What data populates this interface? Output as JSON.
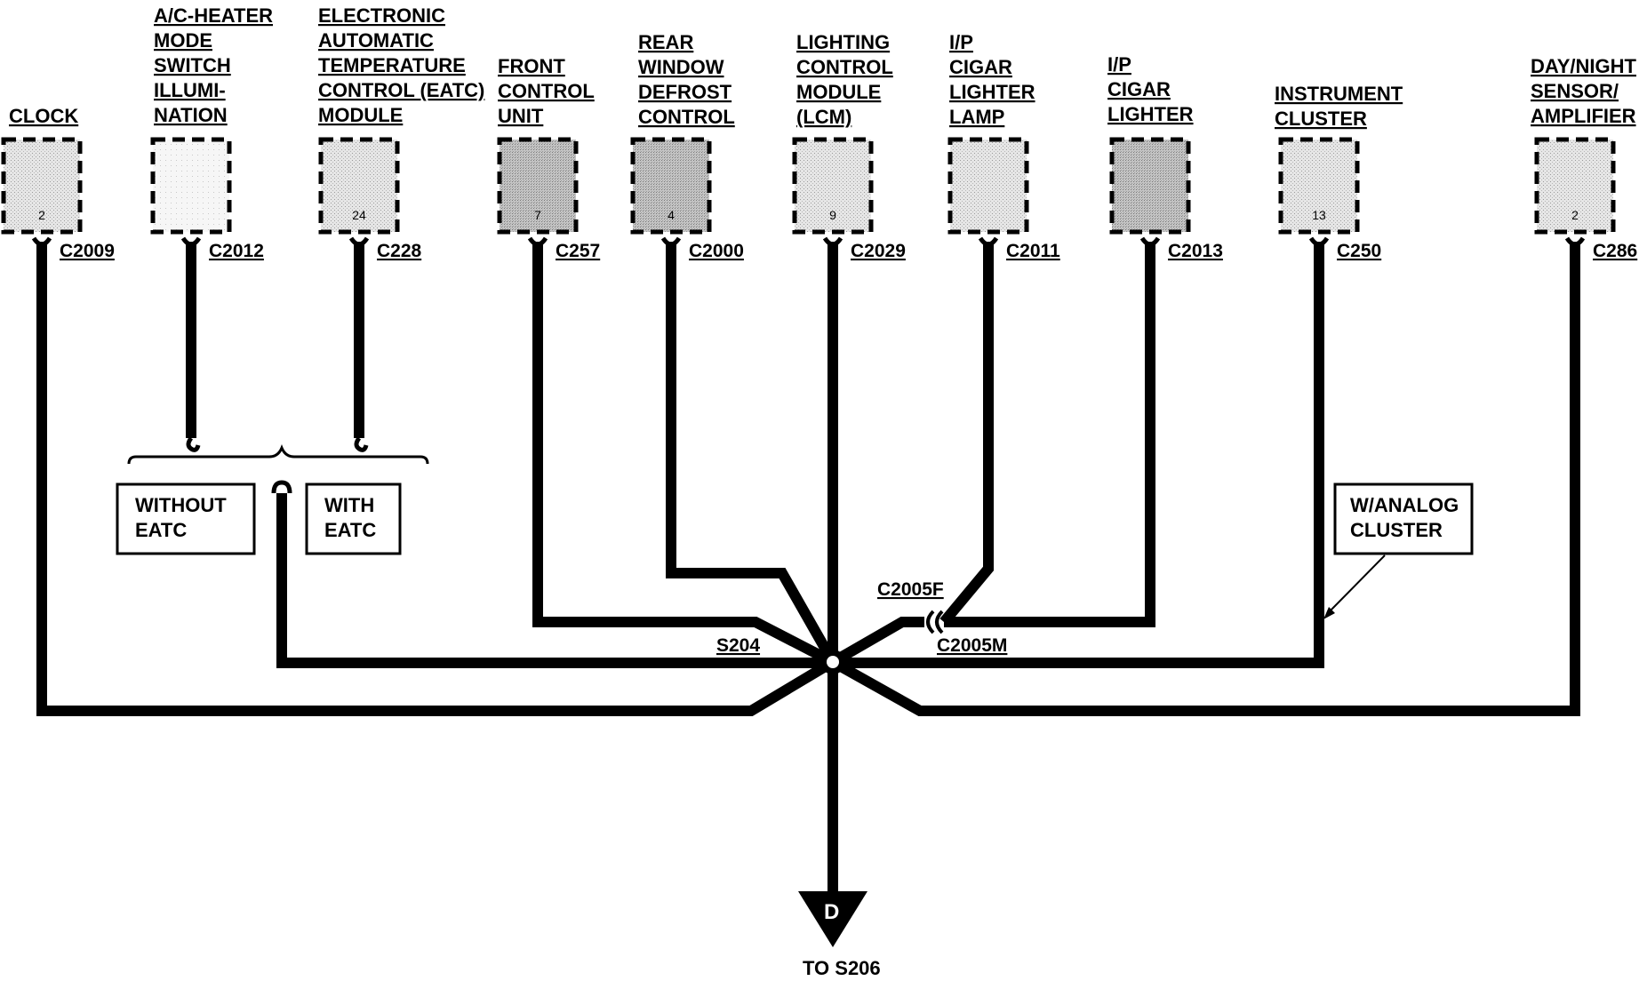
{
  "components": [
    {
      "id": "clock",
      "label_lines": [
        "CLOCK"
      ],
      "pin": "2",
      "connector": "C2009",
      "shade": "light"
    },
    {
      "id": "ac-heater",
      "label_lines": [
        "A/C-HEATER",
        "MODE",
        "SWITCH",
        "ILLUMI-",
        "NATION"
      ],
      "pin": "",
      "connector": "C2012",
      "shade": "white"
    },
    {
      "id": "eatc",
      "label_lines": [
        "ELECTRONIC",
        "AUTOMATIC",
        "TEMPERATURE",
        "CONTROL (EATC)",
        "MODULE"
      ],
      "pin": "24",
      "connector": "C228",
      "shade": "light"
    },
    {
      "id": "front-control",
      "label_lines": [
        "FRONT",
        "CONTROL",
        "UNIT"
      ],
      "pin": "7",
      "connector": "C257",
      "shade": "dark"
    },
    {
      "id": "rear-defrost",
      "label_lines": [
        "REAR",
        "WINDOW",
        "DEFROST",
        "CONTROL"
      ],
      "pin": "4",
      "connector": "C2000",
      "shade": "dark"
    },
    {
      "id": "lcm",
      "label_lines": [
        "LIGHTING",
        "CONTROL",
        "MODULE",
        "(LCM)"
      ],
      "pin": "9",
      "connector": "C2029",
      "shade": "light"
    },
    {
      "id": "cigar-lamp",
      "label_lines": [
        "I/P",
        "CIGAR",
        "LIGHTER",
        "LAMP"
      ],
      "pin": "",
      "connector": "C2011",
      "shade": "light"
    },
    {
      "id": "cigar-lighter",
      "label_lines": [
        "I/P",
        "CIGAR",
        "LIGHTER"
      ],
      "pin": "",
      "connector": "C2013",
      "shade": "dark"
    },
    {
      "id": "instrument-cluster",
      "label_lines": [
        "INSTRUMENT",
        "CLUSTER"
      ],
      "pin": "13",
      "connector": "C250",
      "shade": "light"
    },
    {
      "id": "day-night",
      "label_lines": [
        "DAY/NIGHT",
        "SENSOR/",
        "AMPLIFIER"
      ],
      "pin": "2",
      "connector": "C286",
      "shade": "light"
    }
  ],
  "options": {
    "without_eatc": [
      "WITHOUT",
      "EATC"
    ],
    "with_eatc": [
      "WITH",
      "EATC"
    ],
    "analog_cluster": [
      "W/ANALOG",
      "CLUSTER"
    ]
  },
  "splice": "S204",
  "inline_connector_female": "C2005F",
  "inline_connector_male": "C2005M",
  "ground_symbol_letter": "D",
  "destination": "TO S206",
  "colors": {
    "wire": "#000000",
    "background": "#ffffff",
    "shade_dark": "#b4b4b4",
    "shade_light": "#dedede"
  }
}
